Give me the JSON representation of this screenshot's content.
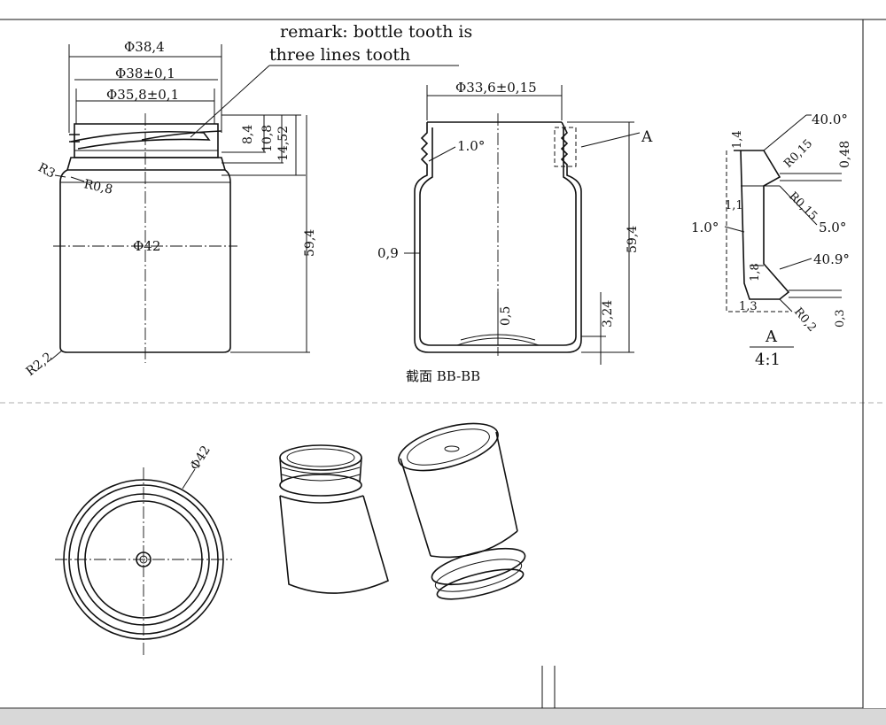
{
  "remark": {
    "line1": "remark: bottle tooth is",
    "line2": "three lines tooth"
  },
  "front_view": {
    "dim_d384": "Φ38,4",
    "dim_d38": "Φ38±0,1",
    "dim_d358": "Φ35,8±0,1",
    "dim_84": "8,4",
    "dim_108": "10,8",
    "dim_1452": "14,52",
    "dim_594": "59,4",
    "dim_d42": "Φ42",
    "r3": "R3",
    "r08": "R0,8",
    "r22": "R2,2"
  },
  "section_view": {
    "dim_d336": "Φ33,6±0,15",
    "angle_10": "1.0°",
    "label_a": "A",
    "dim_09": "0,9",
    "dim_05": "0,5",
    "dim_324": "3,24",
    "dim_594": "59,4",
    "title": "截面 BB-BB"
  },
  "detail_a": {
    "angle_40": "40.0°",
    "dim_048": "0,48",
    "r015_a": "R0,15",
    "r015_b": "R0,15",
    "angle_50": "5.0°",
    "angle_10": "1.0°",
    "dim_14": "1,4",
    "dim_11": "1,1",
    "angle_409": "40.9°",
    "dim_18": "1,8",
    "dim_13": "1,3",
    "r02": "R0,2",
    "dim_03": "0,3",
    "label": "A",
    "scale": "4:1"
  },
  "top_view": {
    "dim_d42": "Φ42"
  }
}
